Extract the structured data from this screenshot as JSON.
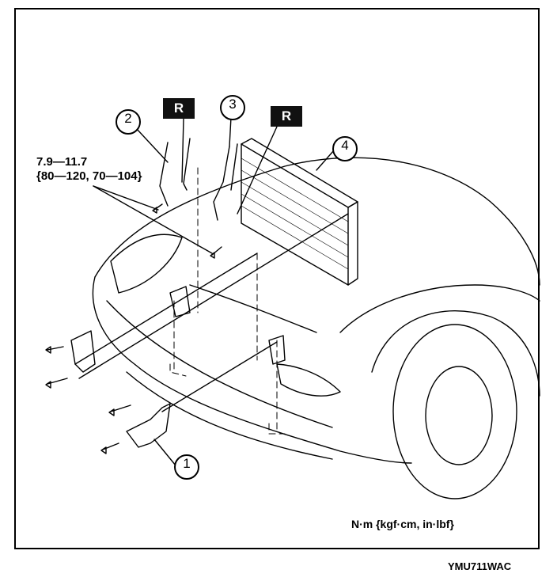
{
  "torque_spec": {
    "line1": "7.9—11.7",
    "line2": "{80—120, 70—104}"
  },
  "units_note": "N·m {kgf·cm, in·lbf}",
  "figure_code": "YMU711WAC",
  "replace_badges": [
    "R",
    "R"
  ],
  "callouts": [
    "1",
    "2",
    "3",
    "4"
  ]
}
